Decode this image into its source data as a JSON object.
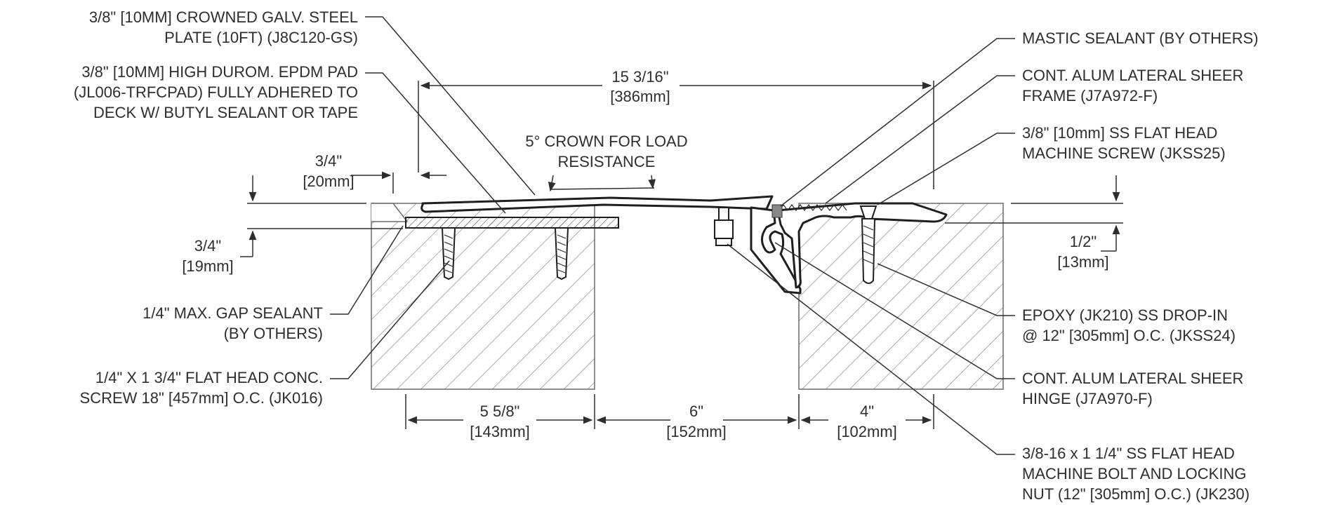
{
  "labels": {
    "steel_plate": [
      "3/8\" [10MM] CROWNED GALV. STEEL",
      "PLATE (10FT) (J8C120-GS)"
    ],
    "epdm_pad": [
      "3/8\" [10MM] HIGH DUROM. EPDM PAD",
      "(JL006-TRFCPAD) FULLY ADHERED TO",
      "DECK W/ BUTYL SEALANT OR TAPE"
    ],
    "crown": [
      "5° CROWN FOR LOAD",
      "RESISTANCE"
    ],
    "gap_sealant": [
      "1/4\" MAX. GAP SEALANT",
      "(BY OTHERS)"
    ],
    "conc_screw": [
      "1/4\" X 1 3/4\" FLAT HEAD CONC.",
      "SCREW 18\" [457mm] O.C. (JK016)"
    ],
    "mastic": [
      "MASTIC SEALANT (BY OTHERS)"
    ],
    "frame": [
      "CONT. ALUM LATERAL SHEER",
      "FRAME (J7A972-F)"
    ],
    "ss_screw": [
      "3/8\" [10mm] SS FLAT HEAD",
      "MACHINE SCREW (JKSS25)"
    ],
    "epoxy": [
      "EPOXY (JK210) SS DROP-IN",
      "@ 12\" [305mm] O.C. (JKSS24)"
    ],
    "hinge": [
      "CONT. ALUM LATERAL SHEER",
      "HINGE (J7A970-F)"
    ],
    "bolt": [
      "3/8-16 x 1 1/4\" SS FLAT HEAD",
      "MACHINE BOLT AND LOCKING",
      "NUT (12\" [305mm] O.C.) (JK230)"
    ]
  },
  "dimensions": {
    "overall": [
      "15 3/16\"",
      "[386mm]"
    ],
    "top_left": [
      "3/4\"",
      "[20mm]"
    ],
    "left_height": [
      "3/4\"",
      "[19mm]"
    ],
    "right_height": [
      "1/2\"",
      "[13mm]"
    ],
    "left_block": [
      "5 5/8\"",
      "[143mm]"
    ],
    "gap": [
      "6\"",
      "[152mm]"
    ],
    "right_block": [
      "4\"",
      "[102mm]"
    ]
  }
}
